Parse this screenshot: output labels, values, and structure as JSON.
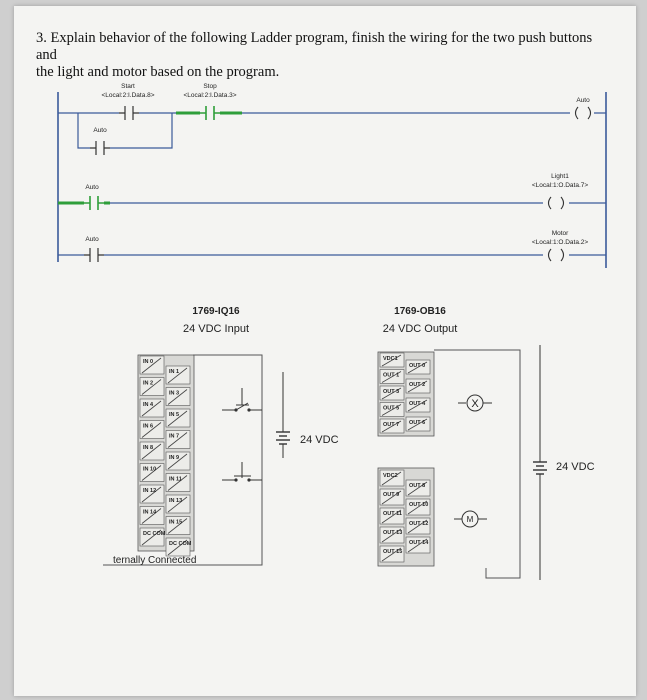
{
  "question": {
    "line1": "3. Explain behavior of the following Ladder program, finish the wiring for the two push buttons and",
    "line2": "the light and motor based on the program."
  },
  "ladder": {
    "rung0": {
      "start_label": "Start",
      "start_tag": "<Local:2:I.Data.8>",
      "stop_label": "Stop",
      "stop_tag": "<Local:2:I.Data.3>",
      "coil_label": "Auto"
    },
    "rung0_branch": {
      "contact_label": "Auto"
    },
    "rung1": {
      "contact_label": "Auto",
      "coil_label": "Light1",
      "coil_tag": "<Local:1:O.Data.7>"
    },
    "rung2": {
      "contact_label": "Auto",
      "coil_label": "Motor",
      "coil_tag": "<Local:1:O.Data.2>"
    }
  },
  "input_module": {
    "model": "1769-IQ16",
    "desc": "24 VDC  Input",
    "left_terminals": [
      "IN 0",
      "IN 2",
      "IN 4",
      "IN 6",
      "IN 8",
      "IN 10",
      "IN 12",
      "IN 14",
      "DC COM"
    ],
    "right_terminals": [
      "IN 1",
      "IN 3",
      "IN 5",
      "IN 7",
      "IN 9",
      "IN 11",
      "IN 13",
      "IN 15",
      "DC COM"
    ],
    "footer": "ternally Connected"
  },
  "output_module": {
    "model": "1769-OB16",
    "desc": "24 VDC Output",
    "left_terminals": [
      "VDC1",
      "OUT 1",
      "OUT 3",
      "OUT 5",
      "OUT 7",
      "VDC2",
      "OUT 9",
      "OUT 11",
      "OUT 13",
      "OUT 15"
    ],
    "right_terminals": [
      "OUT 0",
      "OUT 2",
      "OUT 4",
      "OUT 6",
      "OUT 8",
      "OUT 10",
      "OUT 12",
      "OUT 14"
    ]
  },
  "supply_left": "24 VDC",
  "supply_right": "24 VDC",
  "light_symbol": "X",
  "motor_symbol": "M",
  "colors": {
    "highlight": "#2e9e3a",
    "rail": "#3a5a9a",
    "wire": "#333333"
  }
}
